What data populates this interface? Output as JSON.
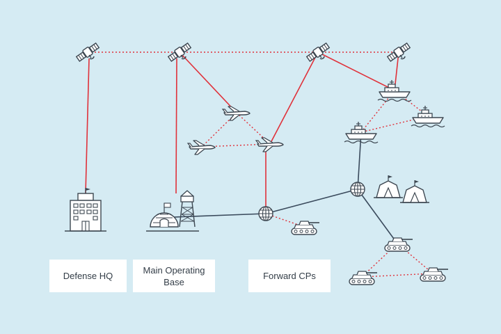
{
  "labels": {
    "defense_hq": "Defense HQ",
    "main_base_line1": "Main Operating",
    "main_base_line2": "Base",
    "forward_cps": "Forward CPs"
  },
  "nodes": [
    {
      "id": "sat1",
      "icon": "satellite-icon"
    },
    {
      "id": "sat2",
      "icon": "satellite-icon"
    },
    {
      "id": "sat3",
      "icon": "satellite-icon"
    },
    {
      "id": "sat4",
      "icon": "satellite-icon"
    },
    {
      "id": "drone1",
      "icon": "drone-icon"
    },
    {
      "id": "drone2",
      "icon": "drone-icon"
    },
    {
      "id": "drone3",
      "icon": "drone-icon"
    },
    {
      "id": "ship1",
      "icon": "ship-icon"
    },
    {
      "id": "ship2",
      "icon": "ship-icon"
    },
    {
      "id": "ship3",
      "icon": "ship-icon"
    },
    {
      "id": "hq",
      "icon": "building-icon"
    },
    {
      "id": "base",
      "icon": "base-tower-icon"
    },
    {
      "id": "globe1",
      "icon": "globe-icon"
    },
    {
      "id": "globe2",
      "icon": "globe-icon"
    },
    {
      "id": "tent1",
      "icon": "tent-icon"
    },
    {
      "id": "tent2",
      "icon": "tent-icon"
    },
    {
      "id": "tank1",
      "icon": "tank-icon"
    },
    {
      "id": "tank2",
      "icon": "tank-icon"
    },
    {
      "id": "tank3",
      "icon": "tank-icon"
    },
    {
      "id": "tank4",
      "icon": "tank-icon"
    }
  ],
  "links": [
    {
      "from": "sat1",
      "to": "sat2",
      "kind": "red-dotted"
    },
    {
      "from": "sat2",
      "to": "sat3",
      "kind": "red-dotted"
    },
    {
      "from": "sat3",
      "to": "sat4",
      "kind": "red-dotted"
    },
    {
      "from": "sat1",
      "to": "hq",
      "kind": "red-solid"
    },
    {
      "from": "sat2",
      "to": "base",
      "kind": "red-solid"
    },
    {
      "from": "sat2",
      "to": "drone1",
      "kind": "red-solid"
    },
    {
      "from": "sat3",
      "to": "drone3",
      "kind": "red-solid"
    },
    {
      "from": "sat3",
      "to": "ship1",
      "kind": "red-solid"
    },
    {
      "from": "sat4",
      "to": "ship1",
      "kind": "red-solid"
    },
    {
      "from": "drone1",
      "to": "drone2",
      "kind": "red-dotted"
    },
    {
      "from": "drone1",
      "to": "drone3",
      "kind": "red-dotted"
    },
    {
      "from": "drone2",
      "to": "drone3",
      "kind": "red-dotted"
    },
    {
      "from": "drone3",
      "to": "globe1",
      "kind": "red-solid"
    },
    {
      "from": "ship1",
      "to": "ship2",
      "kind": "red-dotted"
    },
    {
      "from": "ship1",
      "to": "ship3",
      "kind": "red-dotted"
    },
    {
      "from": "ship2",
      "to": "ship3",
      "kind": "red-dotted"
    },
    {
      "from": "ship3",
      "to": "globe2",
      "kind": "dark-solid"
    },
    {
      "from": "base",
      "to": "globe1",
      "kind": "dark-solid"
    },
    {
      "from": "globe1",
      "to": "globe2",
      "kind": "dark-solid"
    },
    {
      "from": "globe1",
      "to": "tank1",
      "kind": "red-dotted"
    },
    {
      "from": "globe2",
      "to": "tank2",
      "kind": "dark-solid"
    },
    {
      "from": "tank2",
      "to": "tank3",
      "kind": "red-dotted"
    },
    {
      "from": "tank2",
      "to": "tank4",
      "kind": "red-dotted"
    },
    {
      "from": "tank3",
      "to": "tank4",
      "kind": "red-dotted"
    }
  ],
  "colors": {
    "background": "#d5ebf3",
    "red_link": "#e0313a",
    "dark_link": "#3a4a5c",
    "icon_stroke": "#3c4650",
    "icon_fill": "#ffffff",
    "label_bg": "#ffffff",
    "label_text": "#333d47"
  }
}
